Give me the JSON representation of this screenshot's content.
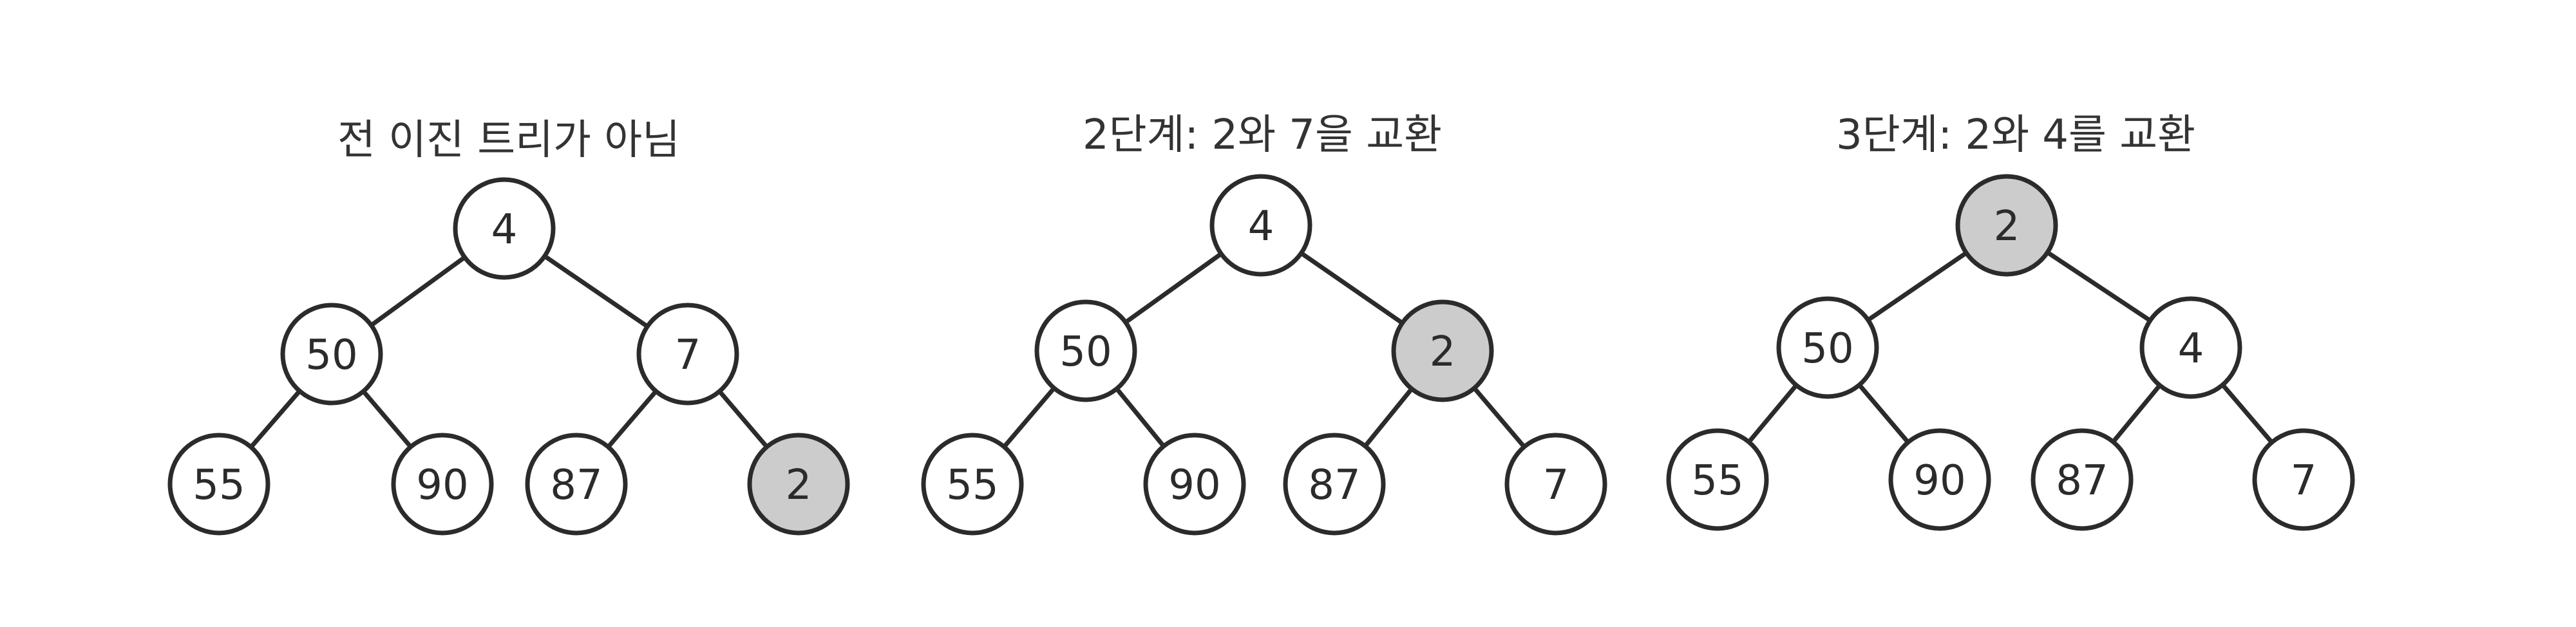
{
  "colors": {
    "line": "#2b2b2b",
    "highlight": "#cccccc",
    "node_fill": "#ffffff",
    "title_text": "#333333"
  },
  "panels": [
    {
      "title": "전 이진 트리가 아님",
      "nodes": [
        {
          "label": "4",
          "highlighted": false
        },
        {
          "label": "50",
          "highlighted": false
        },
        {
          "label": "7",
          "highlighted": false
        },
        {
          "label": "55",
          "highlighted": false
        },
        {
          "label": "90",
          "highlighted": false
        },
        {
          "label": "87",
          "highlighted": false
        },
        {
          "label": "2",
          "highlighted": true
        }
      ]
    },
    {
      "title": "2단계: 2와 7을 교환",
      "nodes": [
        {
          "label": "4",
          "highlighted": false
        },
        {
          "label": "50",
          "highlighted": false
        },
        {
          "label": "2",
          "highlighted": true
        },
        {
          "label": "55",
          "highlighted": false
        },
        {
          "label": "90",
          "highlighted": false
        },
        {
          "label": "87",
          "highlighted": false
        },
        {
          "label": "7",
          "highlighted": false
        }
      ]
    },
    {
      "title": "3단계: 2와 4를 교환",
      "nodes": [
        {
          "label": "2",
          "highlighted": true
        },
        {
          "label": "50",
          "highlighted": false
        },
        {
          "label": "4",
          "highlighted": false
        },
        {
          "label": "55",
          "highlighted": false
        },
        {
          "label": "90",
          "highlighted": false
        },
        {
          "label": "87",
          "highlighted": false
        },
        {
          "label": "7",
          "highlighted": false
        }
      ]
    }
  ],
  "edges": [
    [
      0,
      1
    ],
    [
      0,
      2
    ],
    [
      1,
      3
    ],
    [
      1,
      4
    ],
    [
      2,
      5
    ],
    [
      2,
      6
    ]
  ]
}
